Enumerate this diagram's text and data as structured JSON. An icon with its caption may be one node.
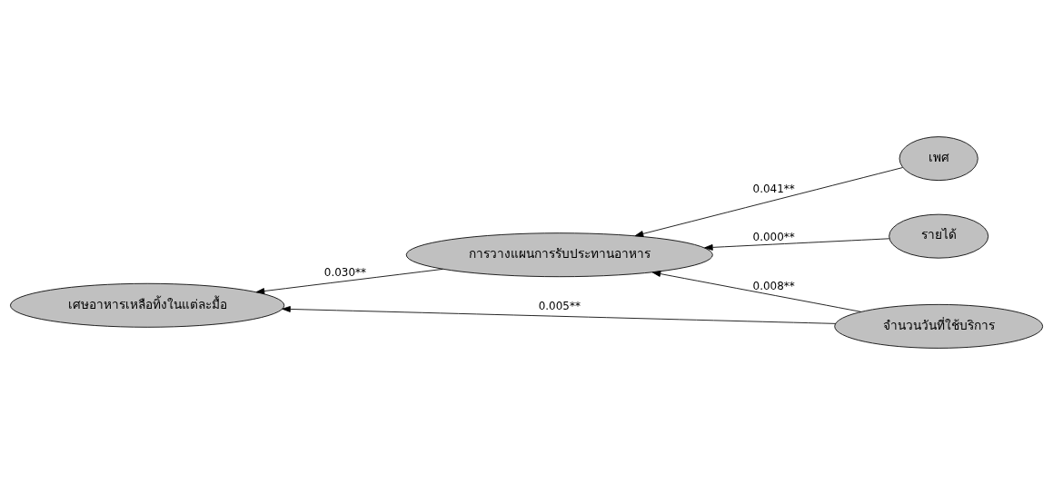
{
  "diagram": {
    "nodes": [
      {
        "text": [
          "เศษอาหารเหลือทิ้งในแต่ละมื้อ"
        ]
      },
      {
        "text": [
          "การวางแผนการรับประทานอาหาร"
        ]
      },
      {
        "text": [
          "เพศ"
        ]
      },
      {
        "text": [
          "รายได้"
        ]
      },
      {
        "text": [
          "จำนวนวันที่ใช้บริการ"
        ]
      }
    ],
    "edges": [
      {
        "from": 1,
        "to": 0,
        "arrow": "to",
        "label": "0.030**"
      },
      {
        "from": 2,
        "to": 1,
        "arrow": "to",
        "label": "0.041**"
      },
      {
        "from": 3,
        "to": 1,
        "arrow": "to",
        "label": "0.000**"
      },
      {
        "from": 4,
        "to": 1,
        "arrow": "to",
        "label": "0.008**"
      },
      {
        "from": 4,
        "to": 0,
        "arrow": "to",
        "label": "0.005**"
      }
    ]
  }
}
